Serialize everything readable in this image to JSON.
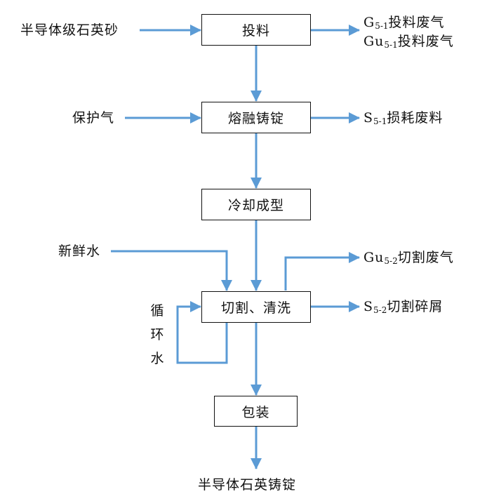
{
  "colors": {
    "arrow": "#5B9BD5",
    "box_border": "#111111",
    "text": "#111111"
  },
  "process_steps": [
    {
      "id": "feeding",
      "label": "投料"
    },
    {
      "id": "melting",
      "label": "熔融铸锭"
    },
    {
      "id": "cooling",
      "label": "冷却成型"
    },
    {
      "id": "cutting",
      "label": "切割、清洗"
    },
    {
      "id": "packaging",
      "label": "包装"
    }
  ],
  "inputs": {
    "raw_material": "半导体级石英砂",
    "protective_gas": "保护气",
    "fresh_water": "新鲜水",
    "recycled_water": [
      "循",
      "环",
      "水"
    ]
  },
  "outputs": {
    "feeding_gas_1": {
      "code": "G",
      "sub": "5-1",
      "text": "投料废气"
    },
    "feeding_gas_2": {
      "code": "Gu",
      "sub": "5-1",
      "text": "投料废气"
    },
    "melting_waste": {
      "code": "S",
      "sub": "5-1",
      "text": "损耗废料"
    },
    "cutting_gas": {
      "code": "Gu",
      "sub": "5-2",
      "text": "切割废气"
    },
    "cutting_debris": {
      "code": "S",
      "sub": "5-2",
      "text": "切割碎屑"
    },
    "product": "半导体石英铸锭"
  }
}
